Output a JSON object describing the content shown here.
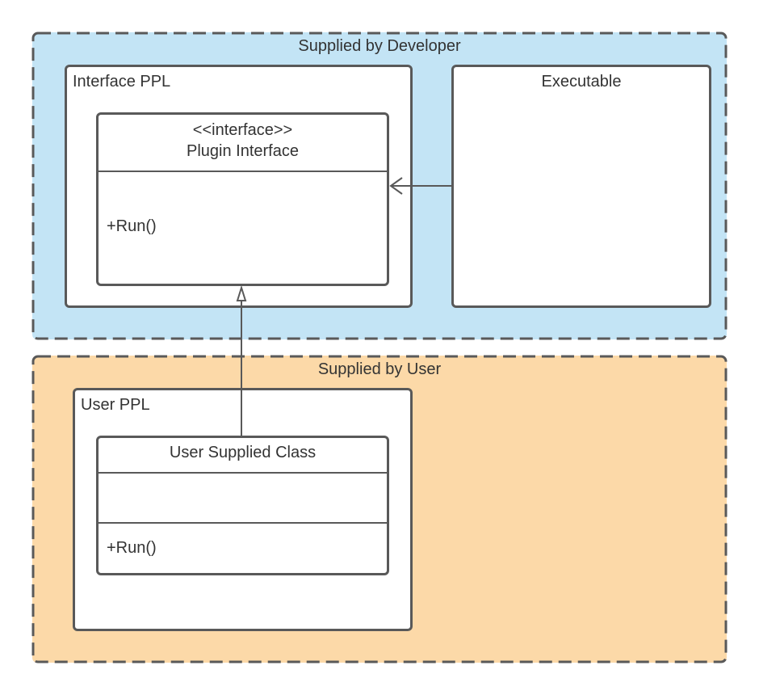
{
  "regions": {
    "developer": {
      "title": "Supplied by Developer"
    },
    "user": {
      "title": "Supplied by User"
    }
  },
  "boxes": {
    "interface_ppl": {
      "label": "Interface PPL"
    },
    "executable": {
      "label": "Executable"
    },
    "user_ppl": {
      "label": "User PPL"
    }
  },
  "classes": {
    "plugin_interface": {
      "stereotype": "<<interface>>",
      "name": "Plugin Interface",
      "method": "+Run()"
    },
    "user_supplied": {
      "name": "User Supplied Class",
      "method": "+Run()"
    }
  },
  "colors": {
    "developer_fill": "#c3e4f5",
    "user_fill": "#fcd9a8",
    "stroke": "#595959"
  },
  "connectors": [
    {
      "from": "executable",
      "to": "plugin_interface",
      "style": "open-arrow dependency"
    },
    {
      "from": "user_supplied",
      "to": "plugin_interface",
      "style": "hollow-triangle realization"
    }
  ]
}
